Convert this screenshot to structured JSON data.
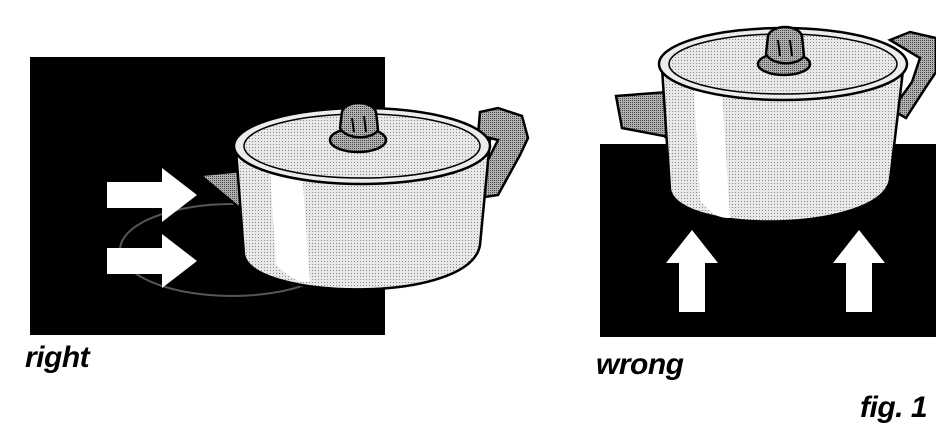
{
  "panels": {
    "right": {
      "caption": "right"
    },
    "wrong": {
      "caption": "wrong"
    }
  },
  "figure_label": "fig. 1",
  "colors": {
    "burner": "#000000",
    "pot_body": "#eeeeee",
    "pot_shade": "#bdbdbd",
    "handle": "#777777",
    "arrow": "#ffffff"
  }
}
